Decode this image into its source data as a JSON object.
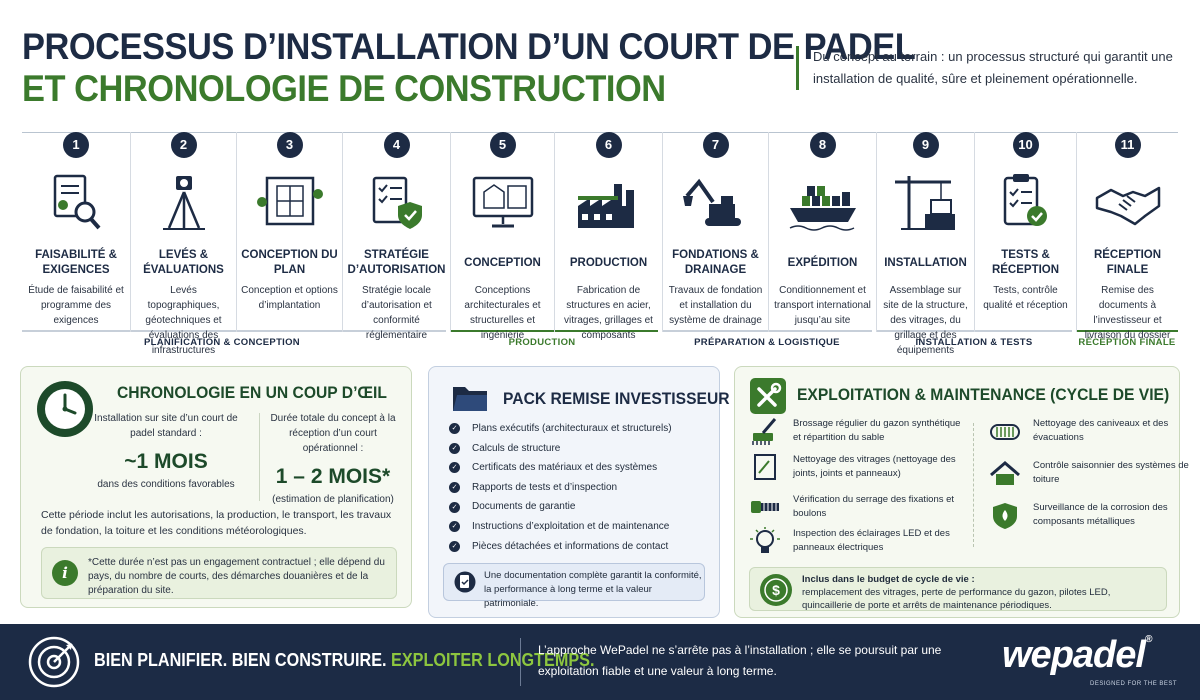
{
  "header": {
    "title_line1": "PROCESSUS D’INSTALLATION D’UN COURT DE PADEL",
    "title_line2": "ET CHRONOLOGIE DE CONSTRUCTION",
    "subtitle": "Du concept au terrain : un processus structuré qui garantit une installation de qualité, sûre et pleinement opérationnelle."
  },
  "colors": {
    "navy": "#1d2b44",
    "green": "#3b7a2c",
    "footer_bg": "#1c2b45",
    "accent_green": "#8dc63f"
  },
  "steps": [
    {
      "num": "1",
      "name": "FAISABILITÉ & EXIGENCES",
      "desc": "Étude de faisabilité et programme des exigences",
      "icon": "document-search-icon"
    },
    {
      "num": "2",
      "name": "LEVÉS & ÉVALUATIONS",
      "desc": "Levés topographiques, géotechniques et évaluations des infrastructures",
      "icon": "surveyor-tripod-icon"
    },
    {
      "num": "3",
      "name": "CONCEPTION DU PLAN",
      "desc": "Conception et options d’implantation",
      "icon": "site-plan-icon"
    },
    {
      "num": "4",
      "name": "STRATÉGIE D’AUTORISATION",
      "desc": "Stratégie locale d’autorisation et conformité réglementaire",
      "icon": "checklist-shield-icon"
    },
    {
      "num": "5",
      "name": "CONCEPTION",
      "desc": "Conceptions architecturales et structurelles et ingénierie",
      "icon": "monitor-design-icon"
    },
    {
      "num": "6",
      "name": "PRODUCTION",
      "desc": "Fabrication de structures en acier, vitrages, grillages et composants",
      "icon": "factory-icon"
    },
    {
      "num": "7",
      "name": "FONDATIONS & DRAINAGE",
      "desc": "Travaux de fondation et installation du système de drainage",
      "icon": "excavator-icon"
    },
    {
      "num": "8",
      "name": "EXPÉDITION",
      "desc": "Conditionnement et transport international jusqu’au site",
      "icon": "cargo-ship-icon"
    },
    {
      "num": "9",
      "name": "INSTALLATION",
      "desc": "Assemblage sur site de la structure, des vitrages, du grillage et des équipements",
      "icon": "crane-icon"
    },
    {
      "num": "10",
      "name": "TESTS & RÉCEPTION",
      "desc": "Tests, contrôle qualité et réception",
      "icon": "clipboard-check-icon"
    },
    {
      "num": "11",
      "name": "RÉCEPTION FINALE",
      "desc": "Remise des documents à l’investisseur et livraison du dossier",
      "icon": "handshake-icon"
    }
  ],
  "phases": {
    "planning": "PLANIFICATION & CONCEPTION",
    "production": "PRODUCTION",
    "logistics": "PRÉPARATION & LOGISTIQUE",
    "install": "INSTALLATION & TESTS",
    "final": "RÉCEPTION FINALE"
  },
  "timeline_panel": {
    "title": "CHRONOLOGIE EN UN COUP D’ŒIL",
    "left_label": "Installation sur site d’un court de padel standard :",
    "left_value": "~1 MOIS",
    "left_note": "dans des conditions favorables",
    "right_label": "Durée totale du concept à la réception d’un court opérationnel :",
    "right_value": "1 – 2 MOIS*",
    "right_note": "(estimation de planification)",
    "period_text": "Cette période inclut les autorisations, la production, le transport, les travaux de fondation, la toiture et les conditions météorologiques.",
    "note_text": "*Cette durée n’est pas un engagement contractuel ; elle dépend du pays, du nombre de courts, des démarches douanières et de la préparation du site.",
    "info_icon_letter": "i"
  },
  "pack_panel": {
    "title": "PACK REMISE INVESTISSEUR",
    "items": [
      "Plans exécutifs (architecturaux et structurels)",
      "Calculs de structure",
      "Certificats des matériaux et des systèmes",
      "Rapports de tests et d’inspection",
      "Documents de garantie",
      "Instructions d’exploitation et de maintenance",
      "Pièces détachées et informations de contact"
    ],
    "footnote": "Une documentation complète garantit la conformité, la performance à long terme et la valeur patrimoniale."
  },
  "maintenance_panel": {
    "title": "EXPLOITATION & MAINTENANCE (CYCLE DE VIE)",
    "left_items": [
      {
        "text": "Brossage régulier du gazon synthétique et répartition du sable",
        "icon": "brush-icon"
      },
      {
        "text": "Nettoyage des vitrages (nettoyage des joints, joints et panneaux)",
        "icon": "glass-panel-icon"
      },
      {
        "text": "Vérification du serrage des fixations et boulons",
        "icon": "bolt-icon"
      },
      {
        "text": "Inspection des éclairages LED et des panneaux électriques",
        "icon": "lightbulb-icon"
      }
    ],
    "right_items": [
      {
        "text": "Nettoyage des caniveaux et des évacuations",
        "icon": "drain-grate-icon"
      },
      {
        "text": "Contrôle saisonnier des systèmes de toiture",
        "icon": "roof-house-icon"
      },
      {
        "text": "Surveillance de la corrosion des composants métalliques",
        "icon": "shield-drop-icon"
      }
    ],
    "budget_title": "Inclus dans le budget de cycle de vie :",
    "budget_text": "remplacement des vitrages, perte de performance du gazon, pilotes LED, quincaillerie de porte et arrêts de maintenance périodiques."
  },
  "footer": {
    "slogan_white": "BIEN PLANIFIER. BIEN CONSTRUIRE. ",
    "slogan_green": "EXPLOITER LONGTEMPS.",
    "text": "L’approche WePadel ne s’arrête pas à l’installation ; elle se poursuit par une exploitation fiable et une valeur à long terme.",
    "logo": "wepadel",
    "logo_reg": "®",
    "tagline": "DESIGNED FOR THE BEST"
  }
}
